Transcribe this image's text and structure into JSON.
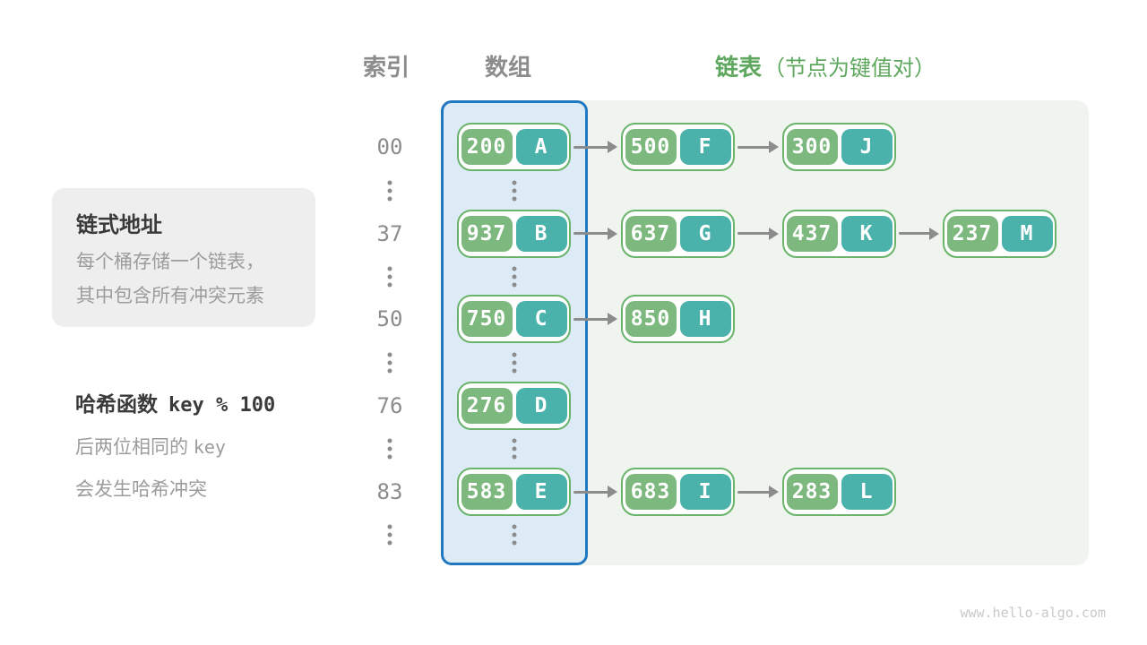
{
  "headers": {
    "index": "索引",
    "array": "数组",
    "list": "链表",
    "list_note": "（节点为键值对）"
  },
  "info_box": {
    "title": "链式地址",
    "line1": "每个桶存储一个链表，",
    "line2": "其中包含所有冲突元素"
  },
  "hash_note": {
    "title_prefix": "哈希函数",
    "title_code": "key % 100",
    "line1_text": "后两位相同的",
    "line1_code": "key",
    "line2_text": "会发生哈希冲突"
  },
  "hash_table": {
    "gap_marker": "⋮",
    "rows": [
      {
        "index": "00",
        "chain": [
          {
            "key": "200",
            "value": "A"
          },
          {
            "key": "500",
            "value": "F"
          },
          {
            "key": "300",
            "value": "J"
          }
        ]
      },
      {
        "index": "37",
        "chain": [
          {
            "key": "937",
            "value": "B"
          },
          {
            "key": "637",
            "value": "G"
          },
          {
            "key": "437",
            "value": "K"
          },
          {
            "key": "237",
            "value": "M"
          }
        ]
      },
      {
        "index": "50",
        "chain": [
          {
            "key": "750",
            "value": "C"
          },
          {
            "key": "850",
            "value": "H"
          }
        ]
      },
      {
        "index": "76",
        "chain": [
          {
            "key": "276",
            "value": "D"
          }
        ]
      },
      {
        "index": "83",
        "chain": [
          {
            "key": "583",
            "value": "E"
          },
          {
            "key": "683",
            "value": "I"
          },
          {
            "key": "283",
            "value": "L"
          }
        ]
      }
    ]
  },
  "watermark": "www.hello-algo.com",
  "colors": {
    "header_gray": "#8c8c8c",
    "header_green": "#5ea75e",
    "array_fill": "#ddebf7",
    "array_border": "#2178c0",
    "list_fill": "#eff5ee",
    "node_border": "#69b36b",
    "key_fill": "#7db87e",
    "value_fill": "#4ab1ab",
    "arrow_gray": "#8c8c8c",
    "infobox_fill": "#eeeeee",
    "title_text": "#3a3a3a",
    "muted_text": "#9c9c9c",
    "watermark": "#c9c9c9"
  }
}
